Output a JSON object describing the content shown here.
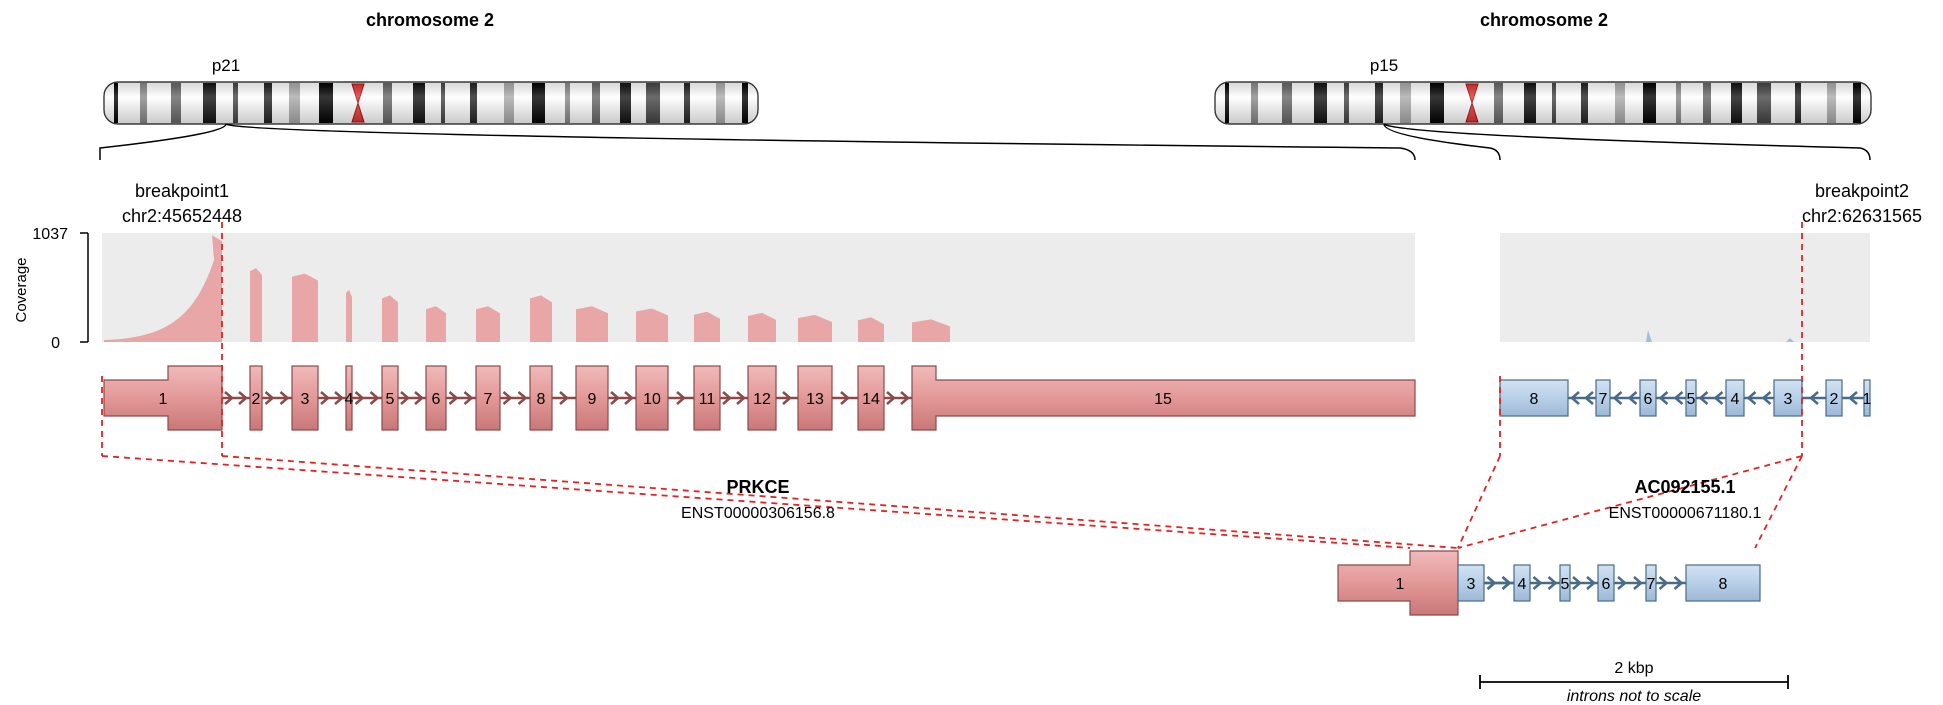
{
  "left": {
    "chromosome": "chromosome 2",
    "band": "p21",
    "breakpoint_label": "breakpoint1",
    "breakpoint_pos": "chr2:45652448",
    "gene": "PRKCE",
    "transcript": "ENST00000306156.8",
    "exons": [
      "1",
      "2",
      "3",
      "4",
      "5",
      "6",
      "7",
      "8",
      "9",
      "10",
      "11",
      "12",
      "13",
      "14",
      "15"
    ]
  },
  "right": {
    "chromosome": "chromosome 2",
    "band": "p15",
    "breakpoint_label": "breakpoint2",
    "breakpoint_pos": "chr2:62631565",
    "gene": "AC092155.1",
    "transcript": "ENST00000671180.1",
    "exons": [
      "8",
      "7",
      "6",
      "5",
      "4",
      "3",
      "2",
      "1"
    ]
  },
  "coverage": {
    "axis_label": "Coverage",
    "max_label": "1037",
    "min_label": "0"
  },
  "fusion": {
    "exons": [
      "1",
      "3",
      "4",
      "5",
      "6",
      "7",
      "8"
    ]
  },
  "scale": {
    "label": "2 kbp",
    "note": "introns not to scale"
  },
  "colors": {
    "gene1_fill": "#e8a0a0",
    "gene1_stroke": "#8b4a4a",
    "gene2_fill": "#b8cfe8",
    "gene2_stroke": "#4a6a8a",
    "breakpoint": "#e82020",
    "coverage_bg": "#ececec"
  }
}
